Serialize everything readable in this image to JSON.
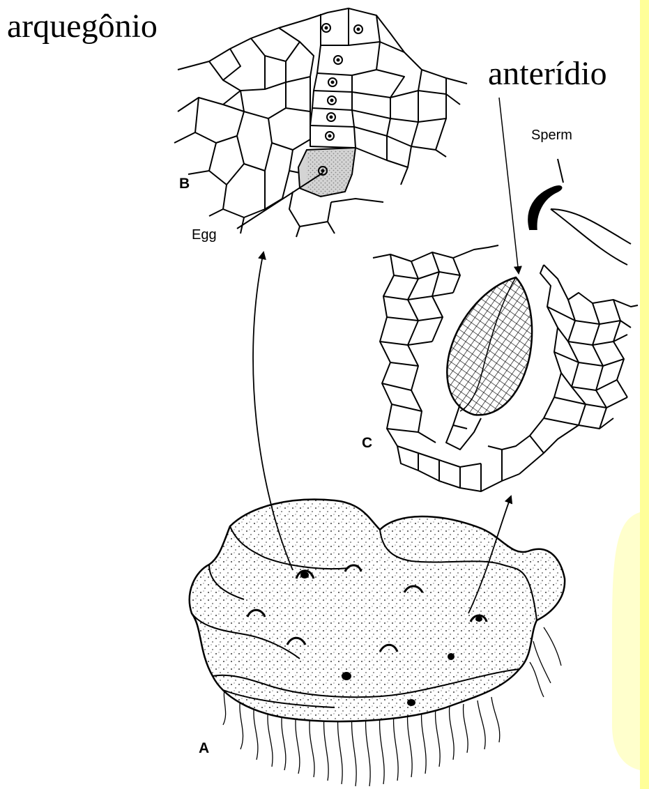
{
  "titles": {
    "archegonium": "arquegônio",
    "antheridium": "anterídio"
  },
  "labels": {
    "panel_b": "B",
    "panel_c": "C",
    "panel_a": "A",
    "egg": "Egg",
    "sperm": "Sperm"
  },
  "colors": {
    "ink": "#000000",
    "highlight_strip": "#ffff99",
    "highlight_bubble": "#ffffcc",
    "egg_fill": "#c8c8c8"
  }
}
